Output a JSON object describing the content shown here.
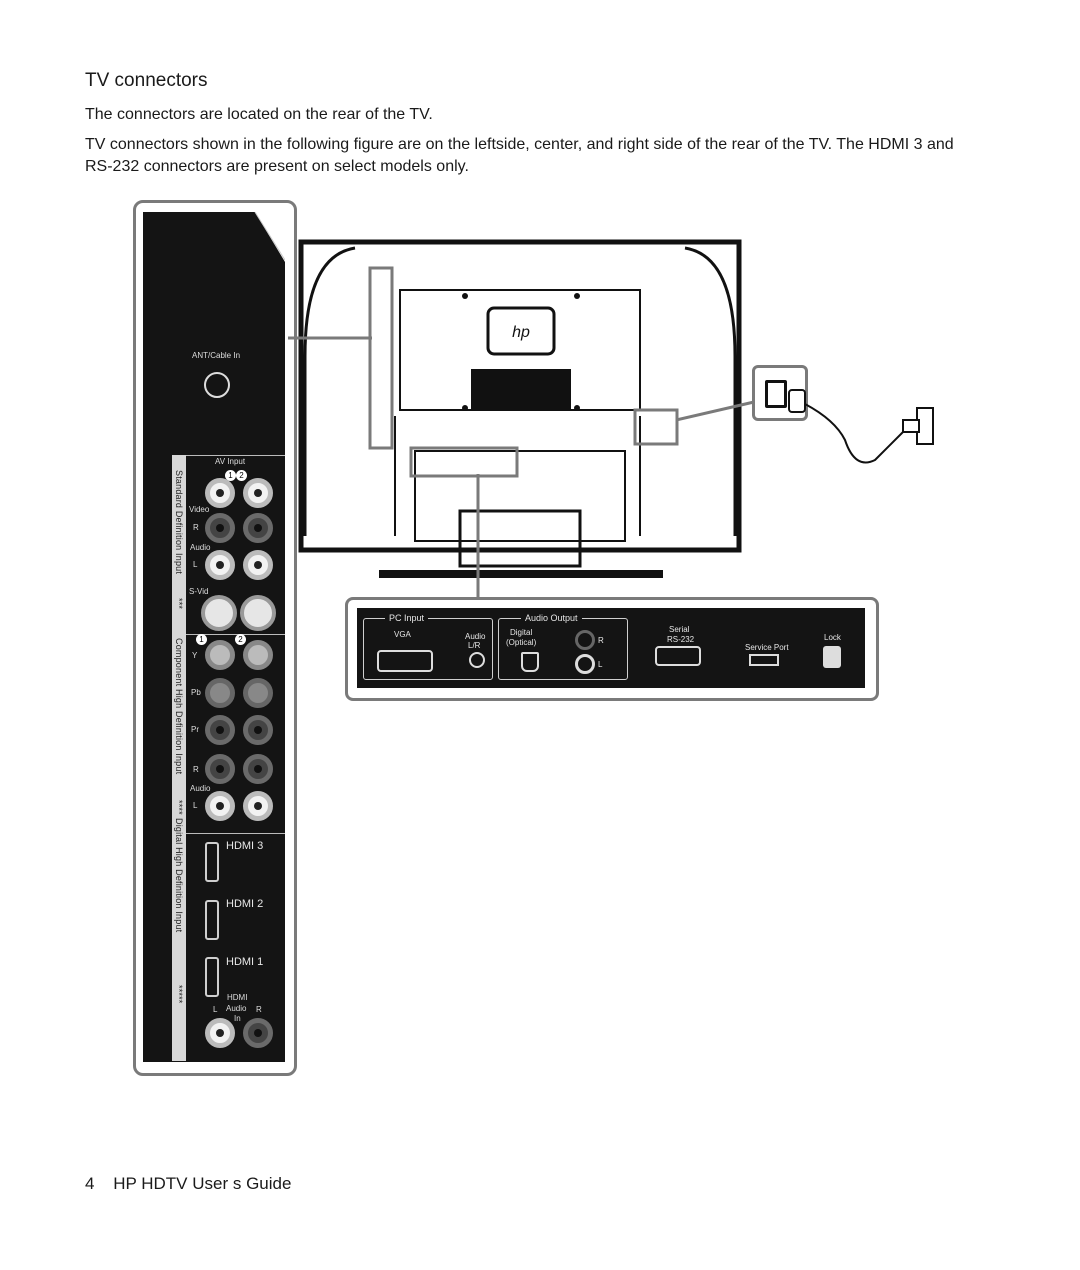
{
  "heading": "TV connectors",
  "paragraphs": [
    "The connectors are located on the rear of the TV.",
    "TV connectors shown in the following figure are on the leftside, center, and right side of the rear of the TV. The HDMI 3 and RS-232 connectors are present on select models only."
  ],
  "side_panel": {
    "ant_label": "ANT/Cable In",
    "av_input_label": "AV Input",
    "section_standard": "Standard Definition Input",
    "section_component": "Component High Definition Input",
    "section_digital": "Digital High Definition Input",
    "stars_3": "***",
    "stars_4": "****",
    "stars_5": "*****",
    "badge_1": "1",
    "badge_2": "2",
    "video": "Video",
    "r": "R",
    "audio": "Audio",
    "l": "L",
    "svid": "S-Vid",
    "y": "Y",
    "pb": "Pb",
    "pr": "Pr",
    "hdmi3": "HDMI 3",
    "hdmi2": "HDMI 2",
    "hdmi1": "HDMI 1",
    "hdmi_audio_l": "L",
    "hdmi_audio_r": "R",
    "hdmi_audio_hdmi": "HDMI",
    "hdmi_audio_audio": "Audio",
    "hdmi_audio_in": "In"
  },
  "bottom_panel": {
    "pc_input": "PC Input",
    "vga": "VGA",
    "audio_lr_1": "Audio",
    "audio_lr_2": "L/R",
    "audio_output": "Audio Output",
    "digital": "Digital",
    "optical": "(Optical)",
    "r": "R",
    "l": "L",
    "serial": "Serial",
    "rs232": "RS-232",
    "service_port": "Service Port",
    "lock": "Lock"
  },
  "footer": {
    "page_number": "4",
    "title": "HP HDTV User s Guide"
  }
}
